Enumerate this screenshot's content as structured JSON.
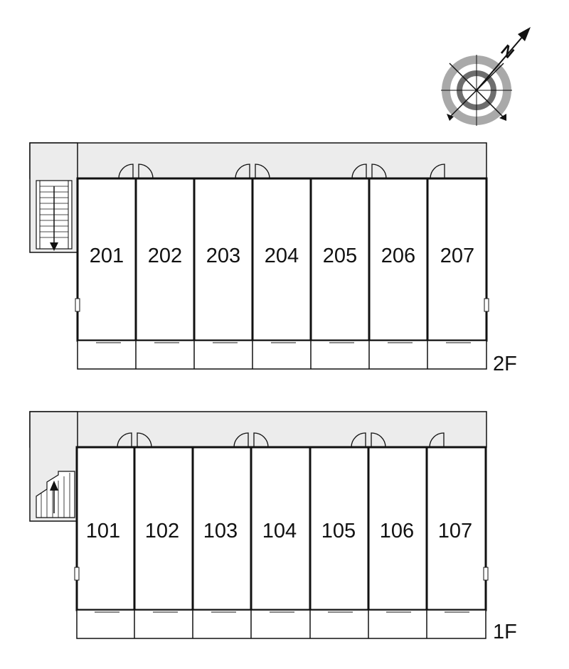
{
  "compass": {
    "letter": "N"
  },
  "floors": [
    {
      "label": "2F",
      "units": [
        "201",
        "202",
        "203",
        "204",
        "205",
        "206",
        "207"
      ]
    },
    {
      "label": "1F",
      "units": [
        "101",
        "102",
        "103",
        "104",
        "105",
        "106",
        "107"
      ]
    }
  ],
  "colors": {
    "corridor": "#ececec",
    "wall": "#111111",
    "compass_ring": "#a9a9a9",
    "compass_dark": "#6e6e6e"
  }
}
